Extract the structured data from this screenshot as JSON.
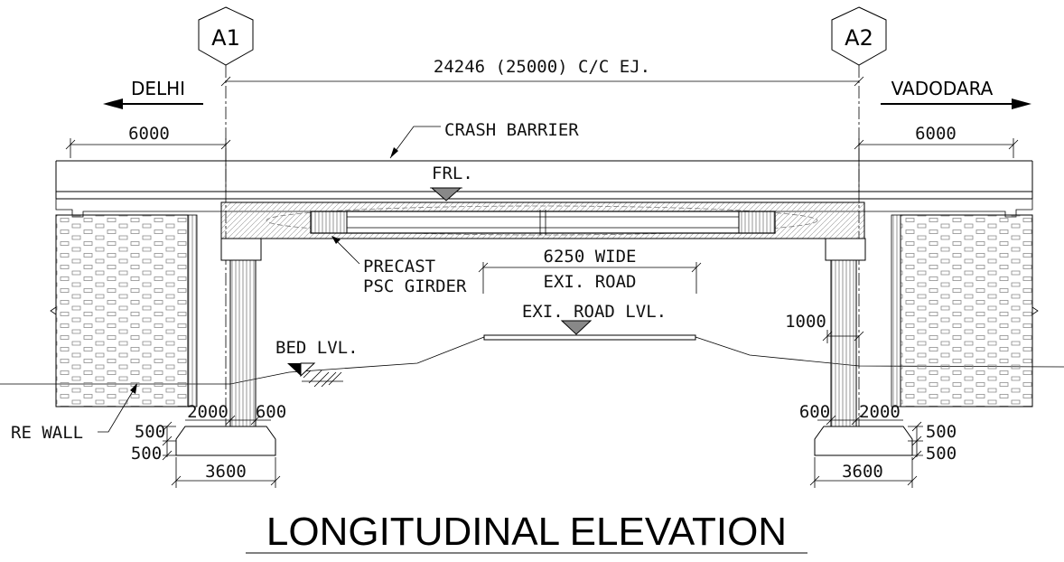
{
  "axes": {
    "a1": "A1",
    "a2": "A2"
  },
  "span": "24246 (25000)  C/C EJ.",
  "directions": {
    "left": "DELHI",
    "right": "VADODARA"
  },
  "approach": {
    "left": "6000",
    "right": "6000"
  },
  "labels": {
    "crash_barrier": "CRASH BARRIER",
    "frl": "FRL.",
    "girder_line1": "PRECAST",
    "girder_line2": "PSC GIRDER",
    "road_width": "6250 WIDE",
    "road_name": "EXI. ROAD",
    "road_level": "EXI.  ROAD LVL.",
    "bed_level": "BED LVL.",
    "re_wall": "RE WALL",
    "pier_dim": "1000"
  },
  "left_dims": {
    "d2000": "2000",
    "d600": "600",
    "d500a": "500",
    "d500b": "500",
    "d3600": "3600"
  },
  "right_dims": {
    "d600": "600",
    "d2000": "2000",
    "d500a": "500",
    "d500b": "500",
    "d3600": "3600"
  },
  "title": "LONGITUDINAL ELEVATION"
}
